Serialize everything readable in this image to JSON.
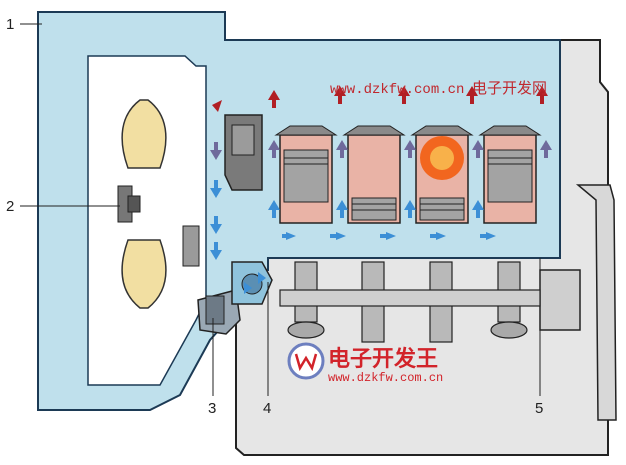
{
  "diagram": {
    "callouts": [
      {
        "id": "1",
        "label": "1"
      },
      {
        "id": "2",
        "label": "2"
      },
      {
        "id": "3",
        "label": "3"
      },
      {
        "id": "4",
        "label": "4"
      },
      {
        "id": "5",
        "label": "5"
      }
    ],
    "watermark_top": {
      "url": "www.dzkfw.com.cn",
      "name": "电子开发网"
    },
    "watermark_logo": {
      "name": "电子开发王",
      "url": "www.dzkfw.com.cn"
    }
  },
  "colors": {
    "coolant": "#bfe0ec",
    "coolant_outline": "#1c3a55",
    "engine_block": "#e8e8e8",
    "flow_arrow_cool": "#3c8fd6",
    "flow_arrow_hot": "#b11f24",
    "flow_arrow_warm": "#6f6a9c",
    "piston_chamber": "#e9b3a6",
    "combustion": "#f2661f"
  }
}
